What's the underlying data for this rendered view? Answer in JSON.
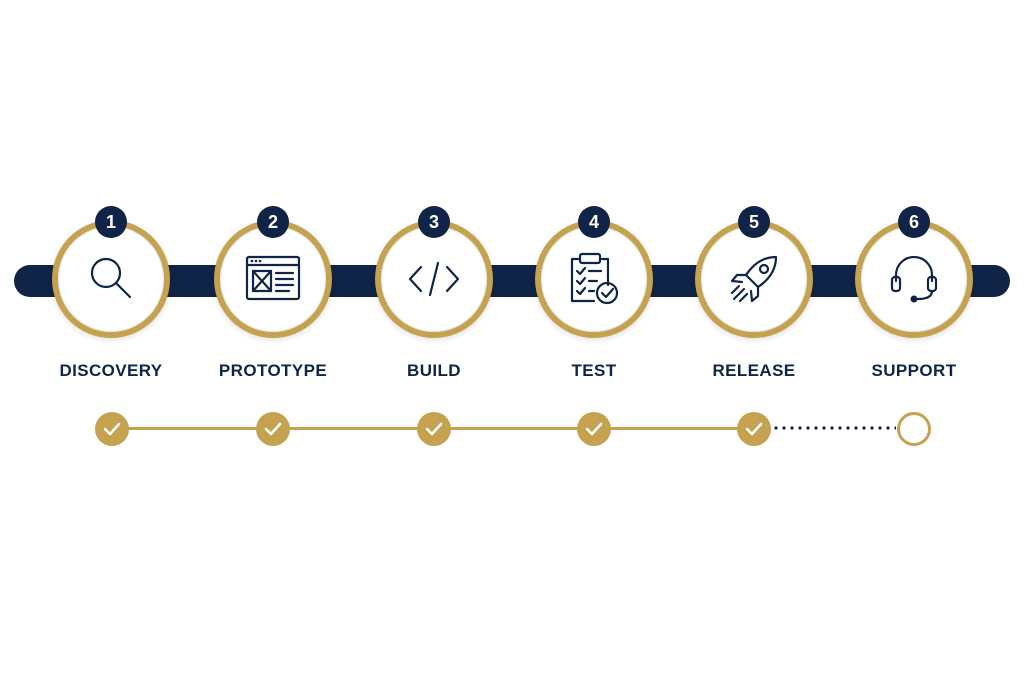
{
  "steps": [
    {
      "number": "1",
      "label": "DISCOVERY",
      "icon": "magnifier-icon",
      "status": "done"
    },
    {
      "number": "2",
      "label": "PROTOTYPE",
      "icon": "wireframe-icon",
      "status": "done"
    },
    {
      "number": "3",
      "label": "BUILD",
      "icon": "code-icon",
      "status": "done"
    },
    {
      "number": "4",
      "label": "TEST",
      "icon": "clipboard-check-icon",
      "status": "done"
    },
    {
      "number": "5",
      "label": "RELEASE",
      "icon": "rocket-icon",
      "status": "done"
    },
    {
      "number": "6",
      "label": "SUPPORT",
      "icon": "headset-icon",
      "status": "pending"
    }
  ],
  "colors": {
    "navy": "#0f2447",
    "gold": "#c4a24f",
    "background": "#ffffff"
  }
}
